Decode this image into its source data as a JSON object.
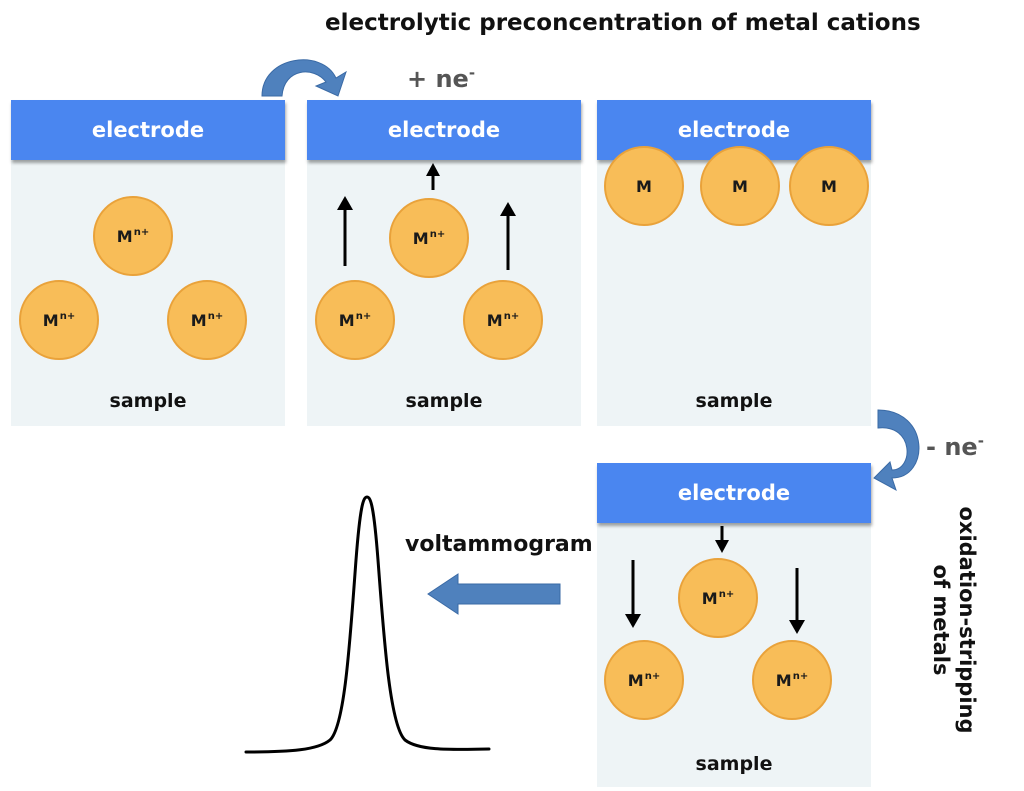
{
  "title": "electrolytic preconcentration of metal cations",
  "reduction_label": "+ ne",
  "reduction_sup": "-",
  "oxidation_label": "- ne",
  "oxidation_sup": "-",
  "side_label_line1": "oxidation-stripping",
  "side_label_line2": "of metals",
  "voltammogram_label": "voltammogram",
  "electrode_label": "electrode",
  "sample_label": "sample",
  "ion_symbol": "M",
  "ion_charge": "n+",
  "metal_symbol": "M",
  "colors": {
    "electrode": "#4a86f0",
    "ion": "#f8bd58",
    "panel": "#eef4f6",
    "arrow": "#4f81bd"
  }
}
